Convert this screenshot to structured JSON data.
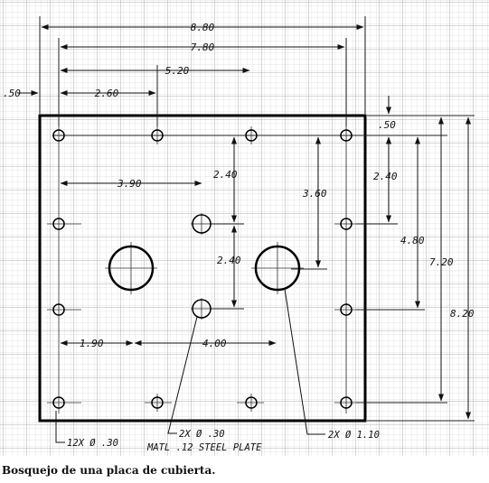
{
  "dimensions": {
    "overall_width": "8.80",
    "hole_span_x": "7.80",
    "center_offset_x": "5.20",
    "edge_offset_x": "2.60",
    "left_margin": ".50",
    "top_margin": ".50",
    "small_hole_offset_y": "2.40",
    "small_hole_spacing_y": "2.40",
    "center_offset_from_left": "3.90",
    "big_hole_offset_y": "3.60",
    "right_hole_offset_y": "2.40",
    "right_hole_span_y": "4.80",
    "right_total_span_y": "7.20",
    "overall_height": "8.20",
    "bottom_left_offset": "1.90",
    "big_hole_spacing": "4.00"
  },
  "notes": {
    "corner_holes": "12X Ø .30",
    "small_holes": "2X Ø .30",
    "big_holes": "2X Ø 1.10",
    "material": "MATL .12 STEEL PLATE"
  },
  "caption": "Bosquejo de una placa de cubierta."
}
